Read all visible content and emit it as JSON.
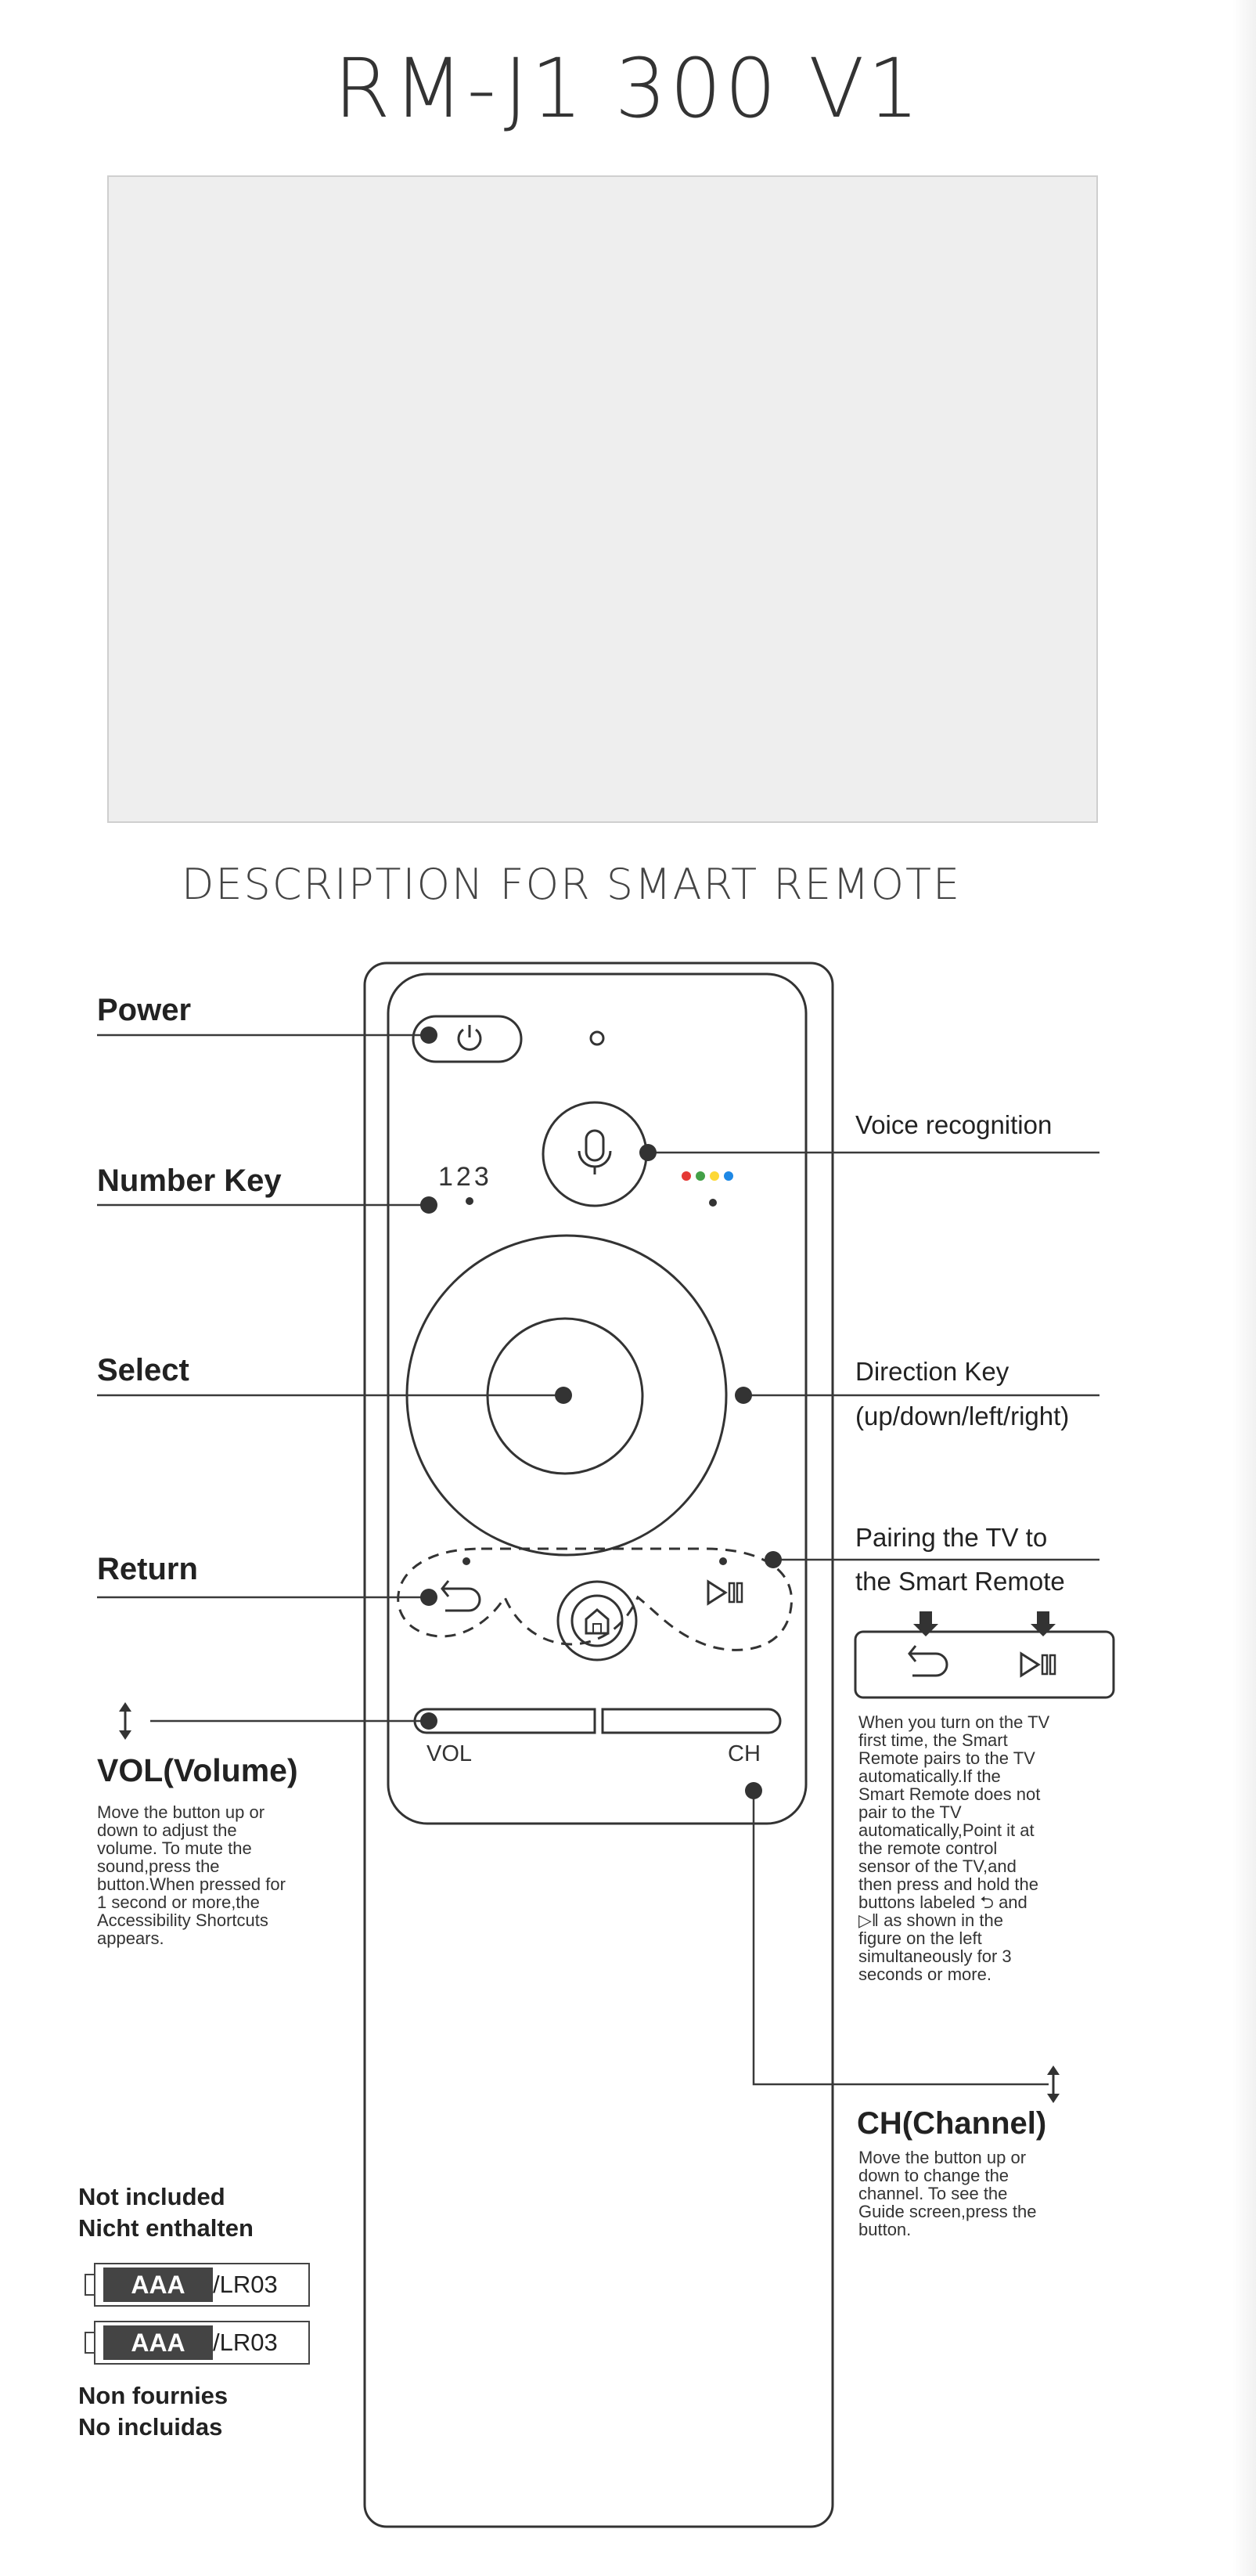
{
  "title": "RM-J1 300 V1",
  "section_heading": "DESCRIPTION FOR SMART REMOTE",
  "labels": {
    "power": "Power",
    "number_key": "Number Key",
    "select": "Select",
    "return": "Return",
    "vol": "VOL(Volume)",
    "voice": "Voice recognition",
    "direction_1": "Direction Key",
    "direction_2": "(up/down/left/right)",
    "pairing_1": "Pairing the TV to",
    "pairing_2": "the Smart Remote",
    "ch": "CH(Channel)"
  },
  "remote_text": {
    "numbers": "123",
    "vol": "VOL",
    "ch": "CH"
  },
  "vol_description": [
    "Move the button up or",
    "down  to adjust the",
    "volume. To  mute  the",
    "sound,press the",
    "button.When pressed for",
    "1 second or more,the",
    "Accessibility Shortcuts",
    "appears."
  ],
  "pairing_description": [
    "When you turn on the TV",
    "first time, the Smart",
    "Remote pairs to the TV",
    "automatically.If the",
    "Smart Remote does not",
    "pair to the TV",
    "automatically,Point it at",
    "the remote control",
    "sensor of the TV,and",
    "then press and hold the",
    "buttons labeled ⮌ and",
    "▷‖ as shown in the",
    "figure on the left",
    "simultaneously for 3",
    "seconds or more."
  ],
  "ch_description": [
    "Move the button up or",
    "down  to change the",
    "channel. To  see  the",
    "Guide screen,press the",
    "button."
  ],
  "batteries": {
    "not_included_1": "Not included",
    "not_included_2": "Nicht enthalten",
    "type": "AAA",
    "code": "/LR03",
    "not_included_3": "Non fournies",
    "not_included_4": "No incluidas"
  },
  "colors": {
    "line": "#3a3a3a",
    "dot": "#333333",
    "image_placeholder": "#eeeeee",
    "color_key_red": "#e53935",
    "color_key_green": "#43a047",
    "color_key_yellow": "#fdd835",
    "color_key_blue": "#1e88e5"
  },
  "icons": [
    "power-icon",
    "mic-icon",
    "home-icon",
    "return-icon",
    "play-pause-icon",
    "updown-arrow-icon",
    "down-arrow-icon"
  ]
}
